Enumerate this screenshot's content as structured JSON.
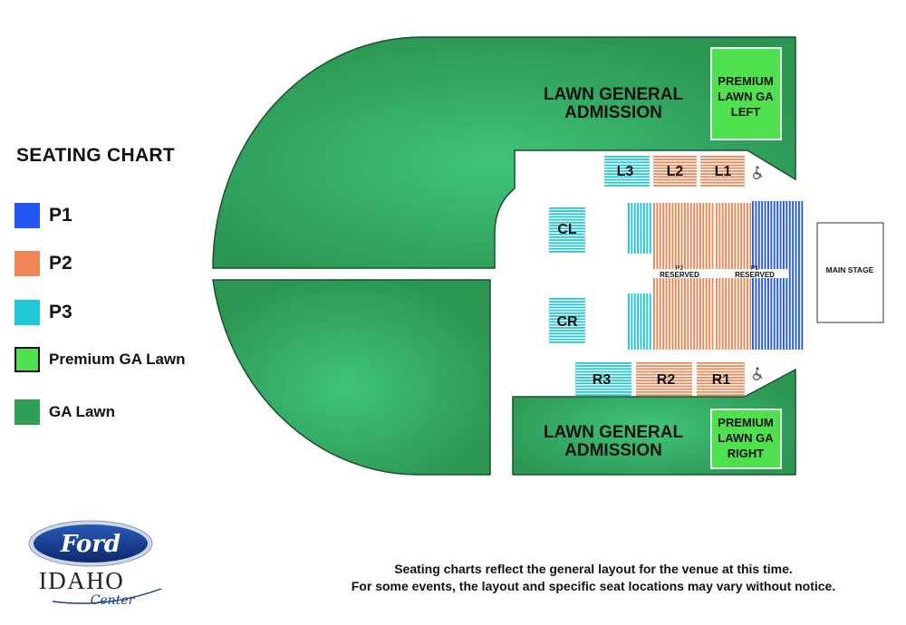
{
  "legend": {
    "title": "SEATING CHART",
    "items": [
      {
        "label": "P1",
        "color": "#2357f5"
      },
      {
        "label": "P2",
        "color": "#f08452"
      },
      {
        "label": "P3",
        "color": "#1ec8d8"
      },
      {
        "label": "Premium GA Lawn",
        "color": "#4ee04e"
      },
      {
        "label": "GA Lawn",
        "color": "#2f9e57"
      }
    ]
  },
  "map": {
    "lawn_top_label": [
      "LAWN GENERAL",
      "ADMISSION"
    ],
    "lawn_bottom_label": [
      "LAWN GENERAL",
      "ADMISSION"
    ],
    "premium_left_label": [
      "PREMIUM",
      "LAWN GA",
      "LEFT"
    ],
    "premium_right_label": [
      "PREMIUM",
      "LAWN GA",
      "RIGHT"
    ],
    "sections": {
      "l3": "L3",
      "l2": "L2",
      "l1": "L1",
      "r3": "R3",
      "r2": "R2",
      "r1": "R1",
      "cl": "CL",
      "cr": "CR",
      "p2_code": "P2",
      "p1_code": "P1",
      "reserved_a": "RESERVED",
      "reserved_b": "RESERVED"
    },
    "stage_label": "MAIN STAGE",
    "accessible_icon": "wheelchair-icon"
  },
  "disclaimer": {
    "line1": "Seating charts reflect the general layout for the venue at this time.",
    "line2": "For some events, the layout and specific seat locations may vary without notice."
  },
  "logo": {
    "brand": "Ford",
    "venue": "IDAHO",
    "script": "Center"
  }
}
